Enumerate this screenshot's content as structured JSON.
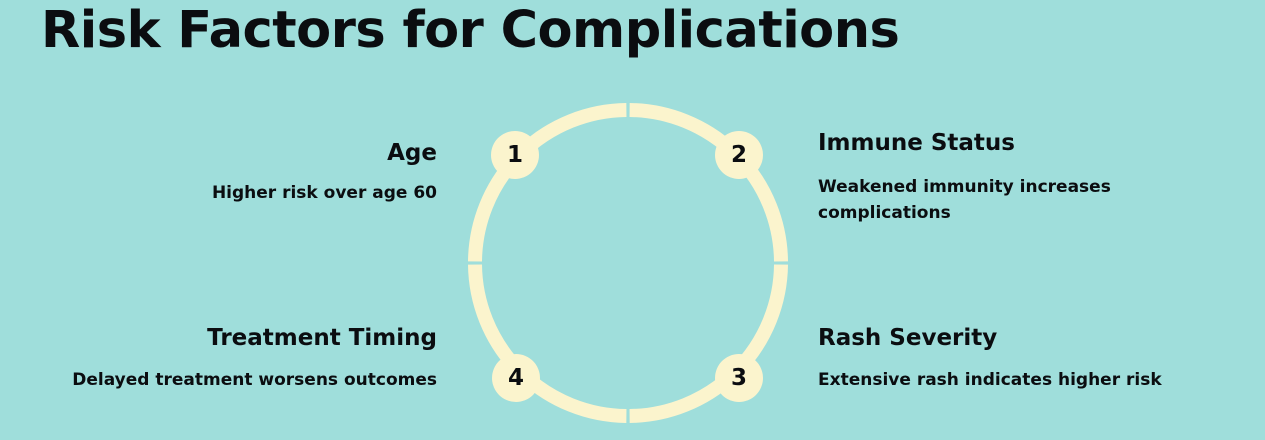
{
  "slide": {
    "title": "Risk Factors for Complications",
    "background_color": "#9fdedb",
    "accent_color": "#fbf4cd",
    "text_color": "#0b0d10"
  },
  "diagram": {
    "type": "cycle-ring",
    "ring_color": "#fbf4cd",
    "segment_count": 4,
    "nodes": [
      {
        "number": "1",
        "position": "top-left"
      },
      {
        "number": "2",
        "position": "top-right"
      },
      {
        "number": "3",
        "position": "bottom-right"
      },
      {
        "number": "4",
        "position": "bottom-left"
      }
    ]
  },
  "items": [
    {
      "number": "1",
      "title": "Age",
      "description": "Higher risk over age 60",
      "side": "left"
    },
    {
      "number": "2",
      "title": "Immune Status",
      "description": "Weakened immunity increases complications",
      "side": "right"
    },
    {
      "number": "3",
      "title": "Rash Severity",
      "description": "Extensive rash indicates higher risk",
      "side": "right"
    },
    {
      "number": "4",
      "title": "Treatment Timing",
      "description": "Delayed treatment worsens outcomes",
      "side": "left"
    }
  ]
}
